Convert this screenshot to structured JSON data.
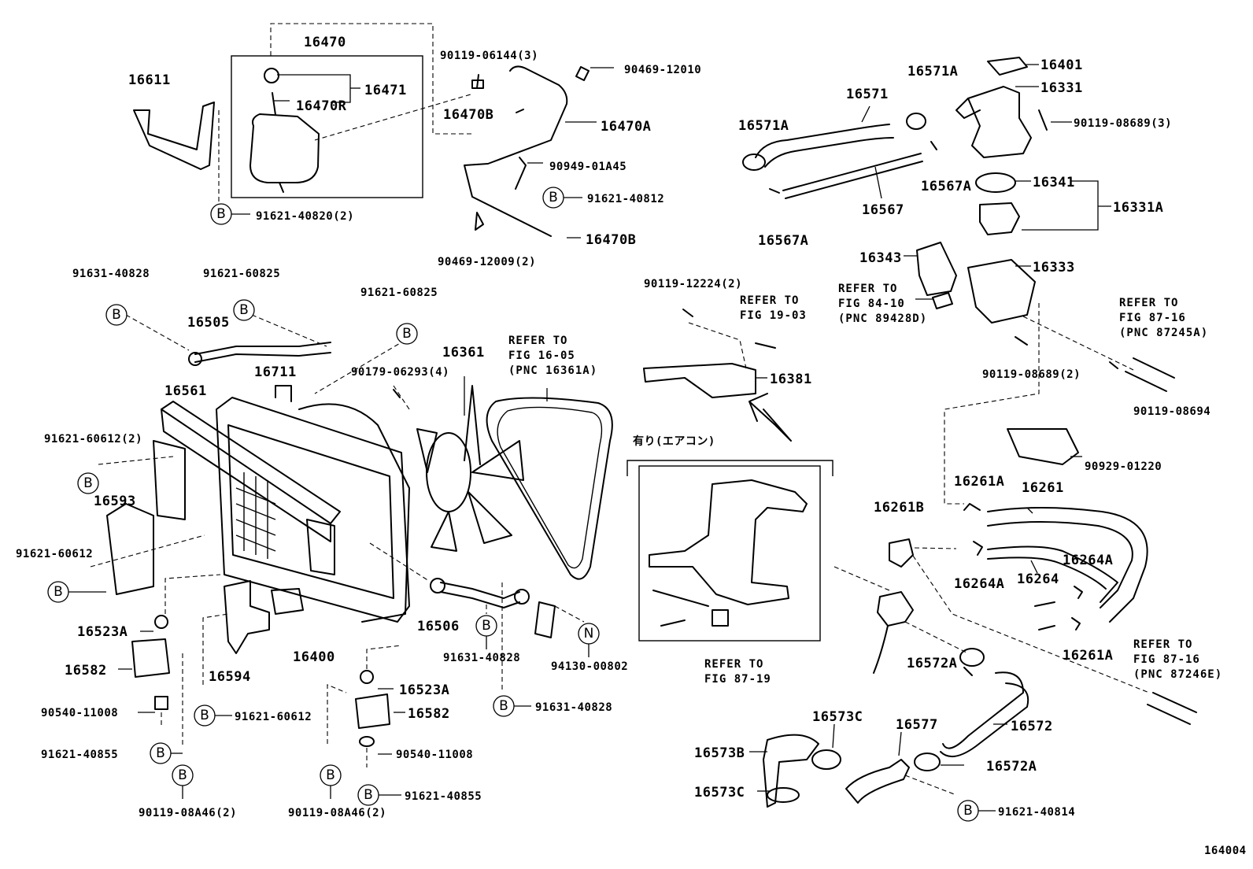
{
  "diagram_id": "164004",
  "symbols": {
    "bolt": "B",
    "nut": "N"
  },
  "notes": {
    "aircon": "有り(エアコン)",
    "refer_to": "REFER TO",
    "fig_19_03": "FIG 19-03",
    "fig_16_05": "FIG 16-05",
    "pnc_16361a": "(PNC 16361A)",
    "fig_84_10": "FIG 84-10",
    "pnc_89428d": "(PNC 89428D)",
    "fig_87_16": "FIG 87-16",
    "pnc_87245a": "(PNC 87245A)",
    "pnc_87246e": "(PNC 87246E)",
    "fig_87_19": "FIG 87-19"
  },
  "parts": {
    "p16470": "16470",
    "p16471": "16471",
    "p16470r": "16470R",
    "p16611": "16611",
    "p90119_06144": "90119-06144(3)",
    "p90469_12010": "90469-12010",
    "p16470b_top": "16470B",
    "p16470a": "16470A",
    "p90949_01a45": "90949-01A45",
    "p91621_40812": "91621-40812",
    "p91621_40820": "91621-40820(2)",
    "p90469_12009": "90469-12009(2)",
    "p16470b_bot": "16470B",
    "p16571a_top": "16571A",
    "p16571": "16571",
    "p16571a_left": "16571A",
    "p16567a_right": "16567A",
    "p16567": "16567",
    "p16567a_left": "16567A",
    "p16401": "16401",
    "p16331": "16331",
    "p90119_08689_3": "90119-08689(3)",
    "p16341": "16341",
    "p16331a": "16331A",
    "p16343": "16343",
    "p16333": "16333",
    "p90119_08689_2": "90119-08689(2)",
    "p90119_08694": "90119-08694",
    "p90119_12224": "90119-12224(2)",
    "p16381": "16381",
    "p91631_40828_top": "91631-40828",
    "p91621_60825_a": "91621-60825",
    "p91621_60825_b": "91621-60825",
    "p16505": "16505",
    "p16711": "16711",
    "p16561": "16561",
    "p90179_06293": "90179-06293(4)",
    "p16361": "16361",
    "p91621_60612_2": "91621-60612(2)",
    "p16593": "16593",
    "p91621_60612_left": "91621-60612",
    "p16523a_left": "16523A",
    "p16582_left": "16582",
    "p90540_11008_left": "90540-11008",
    "p91621_40855_left": "91621-40855",
    "p90119_08a46_left": "90119-08A46(2)",
    "p16594": "16594",
    "p16400": "16400",
    "p91621_60612_mid": "91621-60612",
    "p16506": "16506",
    "p91631_40828_mid": "91631-40828",
    "p94130_00802": "94130-00802",
    "p91631_40828_low": "91631-40828",
    "p16523a_mid": "16523A",
    "p16582_mid": "16582",
    "p90540_11008_mid": "90540-11008",
    "p91621_40855_mid": "91621-40855",
    "p90119_08a46_mid": "90119-08A46(2)",
    "p90929_01220": "90929-01220",
    "p16261a_top": "16261A",
    "p16261": "16261",
    "p16261b": "16261B",
    "p16264a_left": "16264A",
    "p16264": "16264",
    "p16264a_right": "16264A",
    "p16261a_bot": "16261A",
    "p16572a_top": "16572A",
    "p16572": "16572",
    "p16573c_top": "16573C",
    "p16577": "16577",
    "p16573b": "16573B",
    "p16573c_bot": "16573C",
    "p16572a_bot": "16572A",
    "p91621_40814": "91621-40814"
  }
}
